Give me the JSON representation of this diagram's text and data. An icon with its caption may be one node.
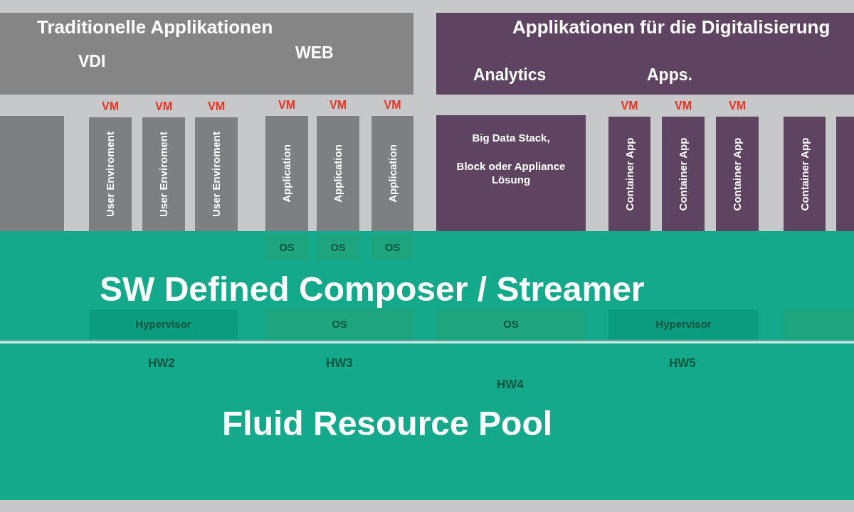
{
  "diagram": {
    "nodes": [
      {
        "text": [
          "Traditionelle Applikationen",
          "VDI",
          "WEB"
        ]
      },
      {
        "text": [
          "Applikationen für die Digitalisierung",
          "Analytics",
          "Apps."
        ]
      },
      {
        "text": [],
        "shape": "box"
      },
      {
        "text": [
          "User Enviroment"
        ],
        "beside": [
          "VM"
        ]
      },
      {
        "text": [
          "User Enviroment"
        ],
        "beside": [
          "VM"
        ]
      },
      {
        "text": [
          "User Enviroment"
        ],
        "beside": [
          "VM"
        ]
      },
      {
        "text": [
          "Application"
        ],
        "beside": [
          "VM"
        ]
      },
      {
        "text": [
          "Application"
        ],
        "beside": [
          "VM"
        ]
      },
      {
        "text": [
          "Application"
        ],
        "beside": [
          "VM"
        ]
      },
      {
        "text": [
          "Big Data Stack,",
          "Block oder Appliance Lösung"
        ]
      },
      {
        "text": [
          "Container App"
        ],
        "beside": [
          "VM"
        ]
      },
      {
        "text": [
          "Container App"
        ],
        "beside": [
          "VM"
        ]
      },
      {
        "text": [
          "Container App"
        ],
        "beside": [
          "VM"
        ]
      },
      {
        "text": [
          "Container App"
        ]
      },
      {
        "text": [],
        "shape": "box"
      },
      {
        "text": [
          "SW Defined Composer / Streamer"
        ]
      },
      {
        "text": [
          "OS"
        ],
        "in": 15
      },
      {
        "text": [
          "OS"
        ],
        "in": 15
      },
      {
        "text": [
          "OS"
        ],
        "in": 15
      },
      {
        "text": [
          "Hypervisor"
        ],
        "in": 15
      },
      {
        "text": [
          "OS"
        ],
        "in": 15
      },
      {
        "text": [
          "OS"
        ],
        "in": 15
      },
      {
        "text": [
          "Hypervisor"
        ],
        "in": 15
      },
      {
        "text": [],
        "shape": "box",
        "in": 15
      },
      {
        "text": [
          "Fluid Resource Pool"
        ]
      }
    ],
    "labels": [
      "HW2",
      "HW3",
      "HW4",
      "HW5"
    ]
  }
}
